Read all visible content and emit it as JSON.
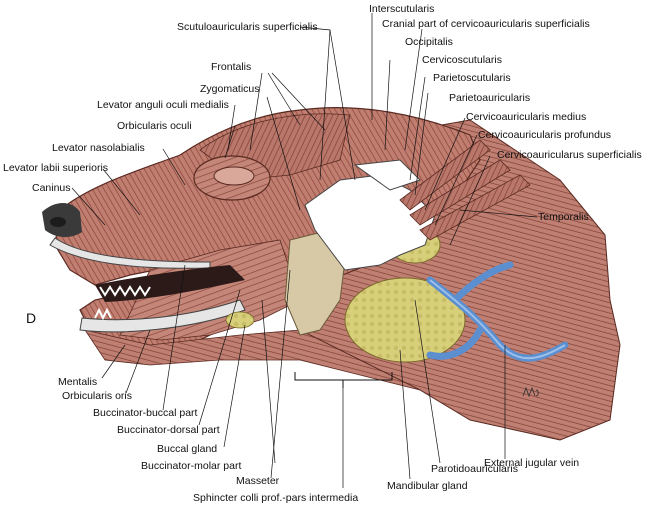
{
  "panel_letter": "D",
  "signature": "MJN",
  "labels": {
    "scutuloauricularis_superficialis": "Scutuloauricularis superficialis",
    "interscutularis": "Interscutularis",
    "cranial_cervicoauricularis": "Cranial part of cervicoauricularis superficialis",
    "occipitalis": "Occipitalis",
    "frontalis": "Frontalis",
    "cervicoscutularis": "Cervicoscutularis",
    "zygomaticus": "Zygomaticus",
    "parietoscutularis": "Parietoscutularis",
    "levator_anguli_oculi": "Levator anguli oculi medialis",
    "parietoauricularis": "Parietoauricularis",
    "orbicularis_oculi": "Orbicularis oculi",
    "cervicoauricularis_medius": "Cervicoauricularis medius",
    "levator_nasolabialis": "Levator nasolabialis",
    "cervicoauricularis_profundus": "Cervicoauricularis profundus",
    "levator_labii": "Levator labii superioris",
    "cervicoauricularis_superficialis": "Cervicoauricularus superficialis",
    "caninus": "Caninus",
    "temporalis": "Temporalis",
    "mentalis": "Mentalis",
    "orbicularis_oris": "Orbicularis oris",
    "buccinator_buccal": "Buccinator-buccal part",
    "buccinator_dorsal": "Buccinator-dorsal part",
    "buccal_gland": "Buccal gland",
    "buccinator_molar": "Buccinator-molar part",
    "masseter": "Masseter",
    "sphincter_colli": "Sphincter colli prof.-pars intermedia",
    "mandibular_gland": "Mandibular gland",
    "parotidoauricularis": "Parotidoauricularis",
    "external_jugular": "External jugular vein"
  },
  "colors": {
    "muscle": "#b9796b",
    "muscle_dark": "#7a3b30",
    "muscle_light": "#d9a89a",
    "tendon": "#ffffff",
    "masseter_fascia": "#d8c9a6",
    "vein": "#5b8fd0",
    "gland": "#d8cf7a",
    "nose": "#3a3a3a",
    "lip": "#e6e6e6"
  }
}
